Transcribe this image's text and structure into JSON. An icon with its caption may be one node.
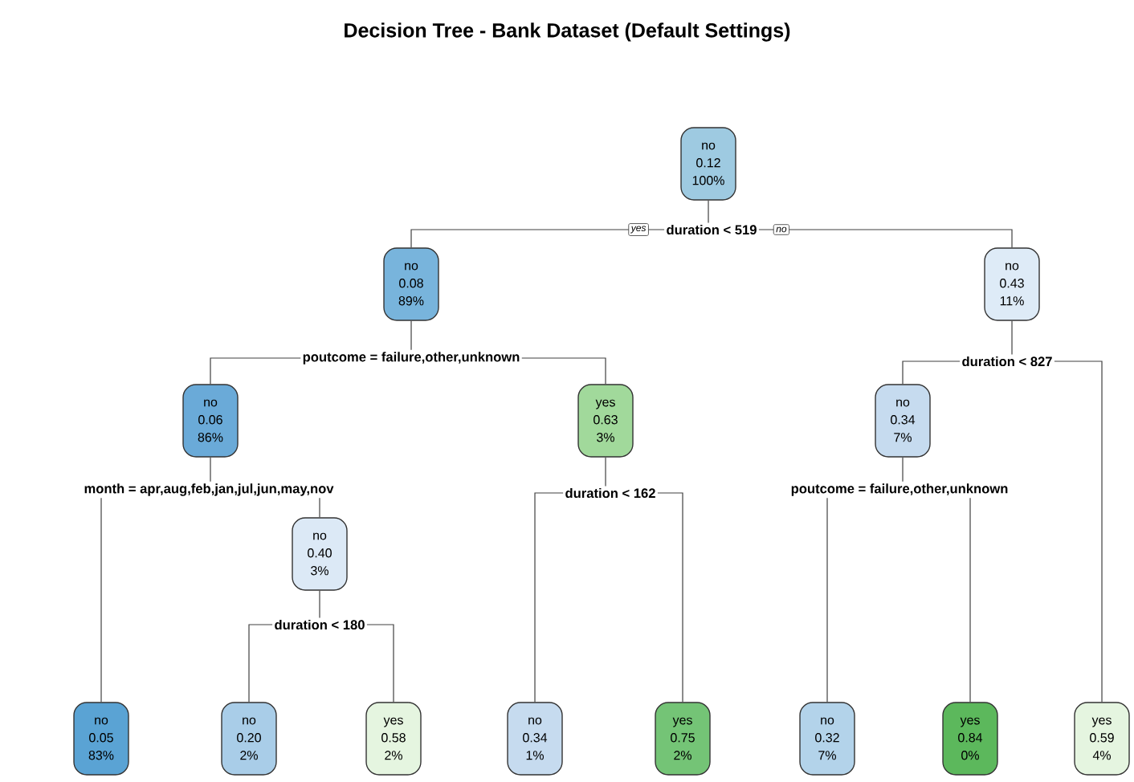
{
  "diagram": {
    "title": "Decision Tree - Bank Dataset (Default Settings)",
    "nodes": [
      {
        "text": [
          "no",
          "0.12",
          "100%"
        ]
      },
      {
        "text": [
          "duration < 519"
        ]
      },
      {
        "text": [
          "no",
          "0.08",
          "89%"
        ]
      },
      {
        "text": [
          "no",
          "0.43",
          "11%"
        ]
      },
      {
        "text": [
          "poutcome = failure,other,unknown"
        ]
      },
      {
        "text": [
          "duration < 827"
        ]
      },
      {
        "text": [
          "no",
          "0.06",
          "86%"
        ]
      },
      {
        "text": [
          "yes",
          "0.63",
          "3%"
        ]
      },
      {
        "text": [
          "no",
          "0.34",
          "7%"
        ]
      },
      {
        "text": [
          "month = apr,aug,feb,jan,jul,jun,may,nov"
        ]
      },
      {
        "text": [
          "duration < 162"
        ]
      },
      {
        "text": [
          "poutcome = failure,other,unknown"
        ]
      },
      {
        "text": [
          "no",
          "0.40",
          "3%"
        ]
      },
      {
        "text": [
          "duration < 180"
        ]
      },
      {
        "text": [
          "no",
          "0.05",
          "83%"
        ]
      },
      {
        "text": [
          "no",
          "0.20",
          "2%"
        ]
      },
      {
        "text": [
          "yes",
          "0.58",
          "2%"
        ]
      },
      {
        "text": [
          "no",
          "0.34",
          "1%"
        ]
      },
      {
        "text": [
          "yes",
          "0.75",
          "2%"
        ]
      },
      {
        "text": [
          "no",
          "0.32",
          "7%"
        ]
      },
      {
        "text": [
          "yes",
          "0.84",
          "0%"
        ]
      },
      {
        "text": [
          "yes",
          "0.59",
          "4%"
        ]
      }
    ],
    "edges": [
      {
        "from": 0,
        "to": 1,
        "arrow": "none"
      },
      {
        "from": 1,
        "to": 2,
        "arrow": "none",
        "label": "yes"
      },
      {
        "from": 1,
        "to": 3,
        "arrow": "none",
        "label": "no"
      },
      {
        "from": 2,
        "to": 4,
        "arrow": "none"
      },
      {
        "from": 3,
        "to": 5,
        "arrow": "none"
      },
      {
        "from": 4,
        "to": 6,
        "arrow": "none"
      },
      {
        "from": 4,
        "to": 7,
        "arrow": "none"
      },
      {
        "from": 5,
        "to": 8,
        "arrow": "none"
      },
      {
        "from": 5,
        "to": 21,
        "arrow": "none"
      },
      {
        "from": 6,
        "to": 9,
        "arrow": "none"
      },
      {
        "from": 7,
        "to": 10,
        "arrow": "none"
      },
      {
        "from": 8,
        "to": 11,
        "arrow": "none"
      },
      {
        "from": 9,
        "to": 14,
        "arrow": "none"
      },
      {
        "from": 9,
        "to": 12,
        "arrow": "none"
      },
      {
        "from": 10,
        "to": 17,
        "arrow": "none"
      },
      {
        "from": 10,
        "to": 18,
        "arrow": "none"
      },
      {
        "from": 11,
        "to": 19,
        "arrow": "none"
      },
      {
        "from": 11,
        "to": 20,
        "arrow": "none"
      },
      {
        "from": 12,
        "to": 13,
        "arrow": "none"
      },
      {
        "from": 13,
        "to": 15,
        "arrow": "none"
      },
      {
        "from": 13,
        "to": 16,
        "arrow": "none"
      }
    ]
  }
}
